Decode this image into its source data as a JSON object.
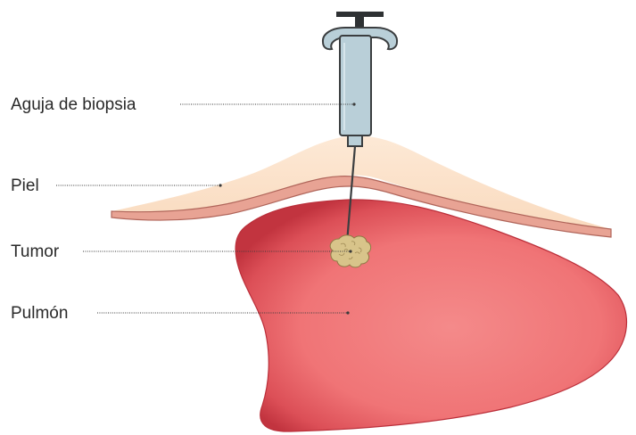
{
  "labels": {
    "needle": "Aguja de biopsia",
    "skin": "Piel",
    "tumor": "Tumor",
    "lung": "Pulmón"
  },
  "colors": {
    "skin_fill": "#fbe3cc",
    "skin_band": "#e8a394",
    "skin_band_edge": "#b0655a",
    "lung_fill": "#f07a7c",
    "lung_edge": "#c93b44",
    "tumor_fill": "#d8c48a",
    "syringe_barrel": "#b9cfd8",
    "syringe_dark": "#3b3e40"
  }
}
